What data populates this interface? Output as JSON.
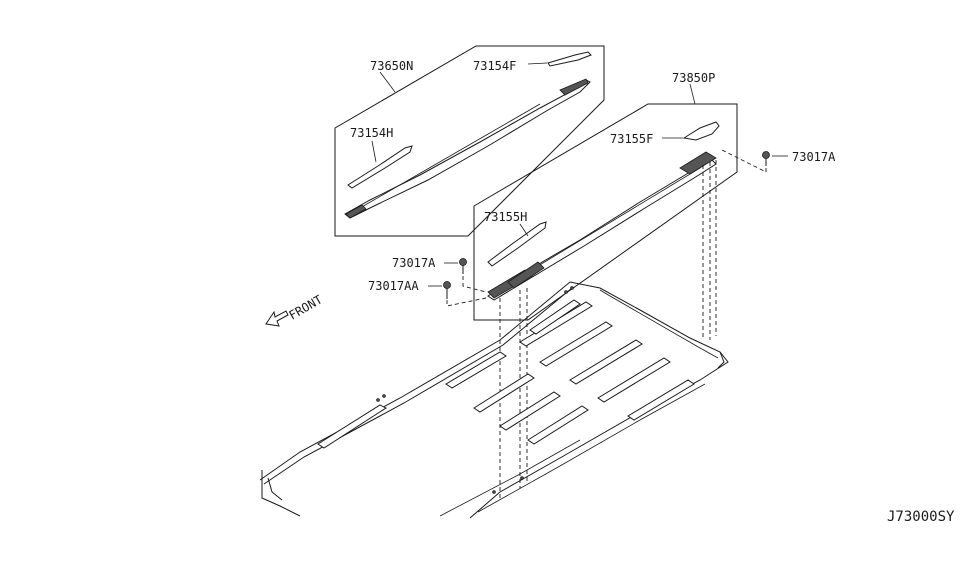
{
  "labels": {
    "p73650N": "73650N",
    "p73154F": "73154F",
    "p73154H": "73154H",
    "p73850P": "73850P",
    "p73155F": "73155F",
    "p73155H": "73155H",
    "p73017A_right": "73017A",
    "p73017A_left": "73017A",
    "p73017AA": "73017AA",
    "front": "FRONT"
  },
  "diagram_code": "J73000SY"
}
